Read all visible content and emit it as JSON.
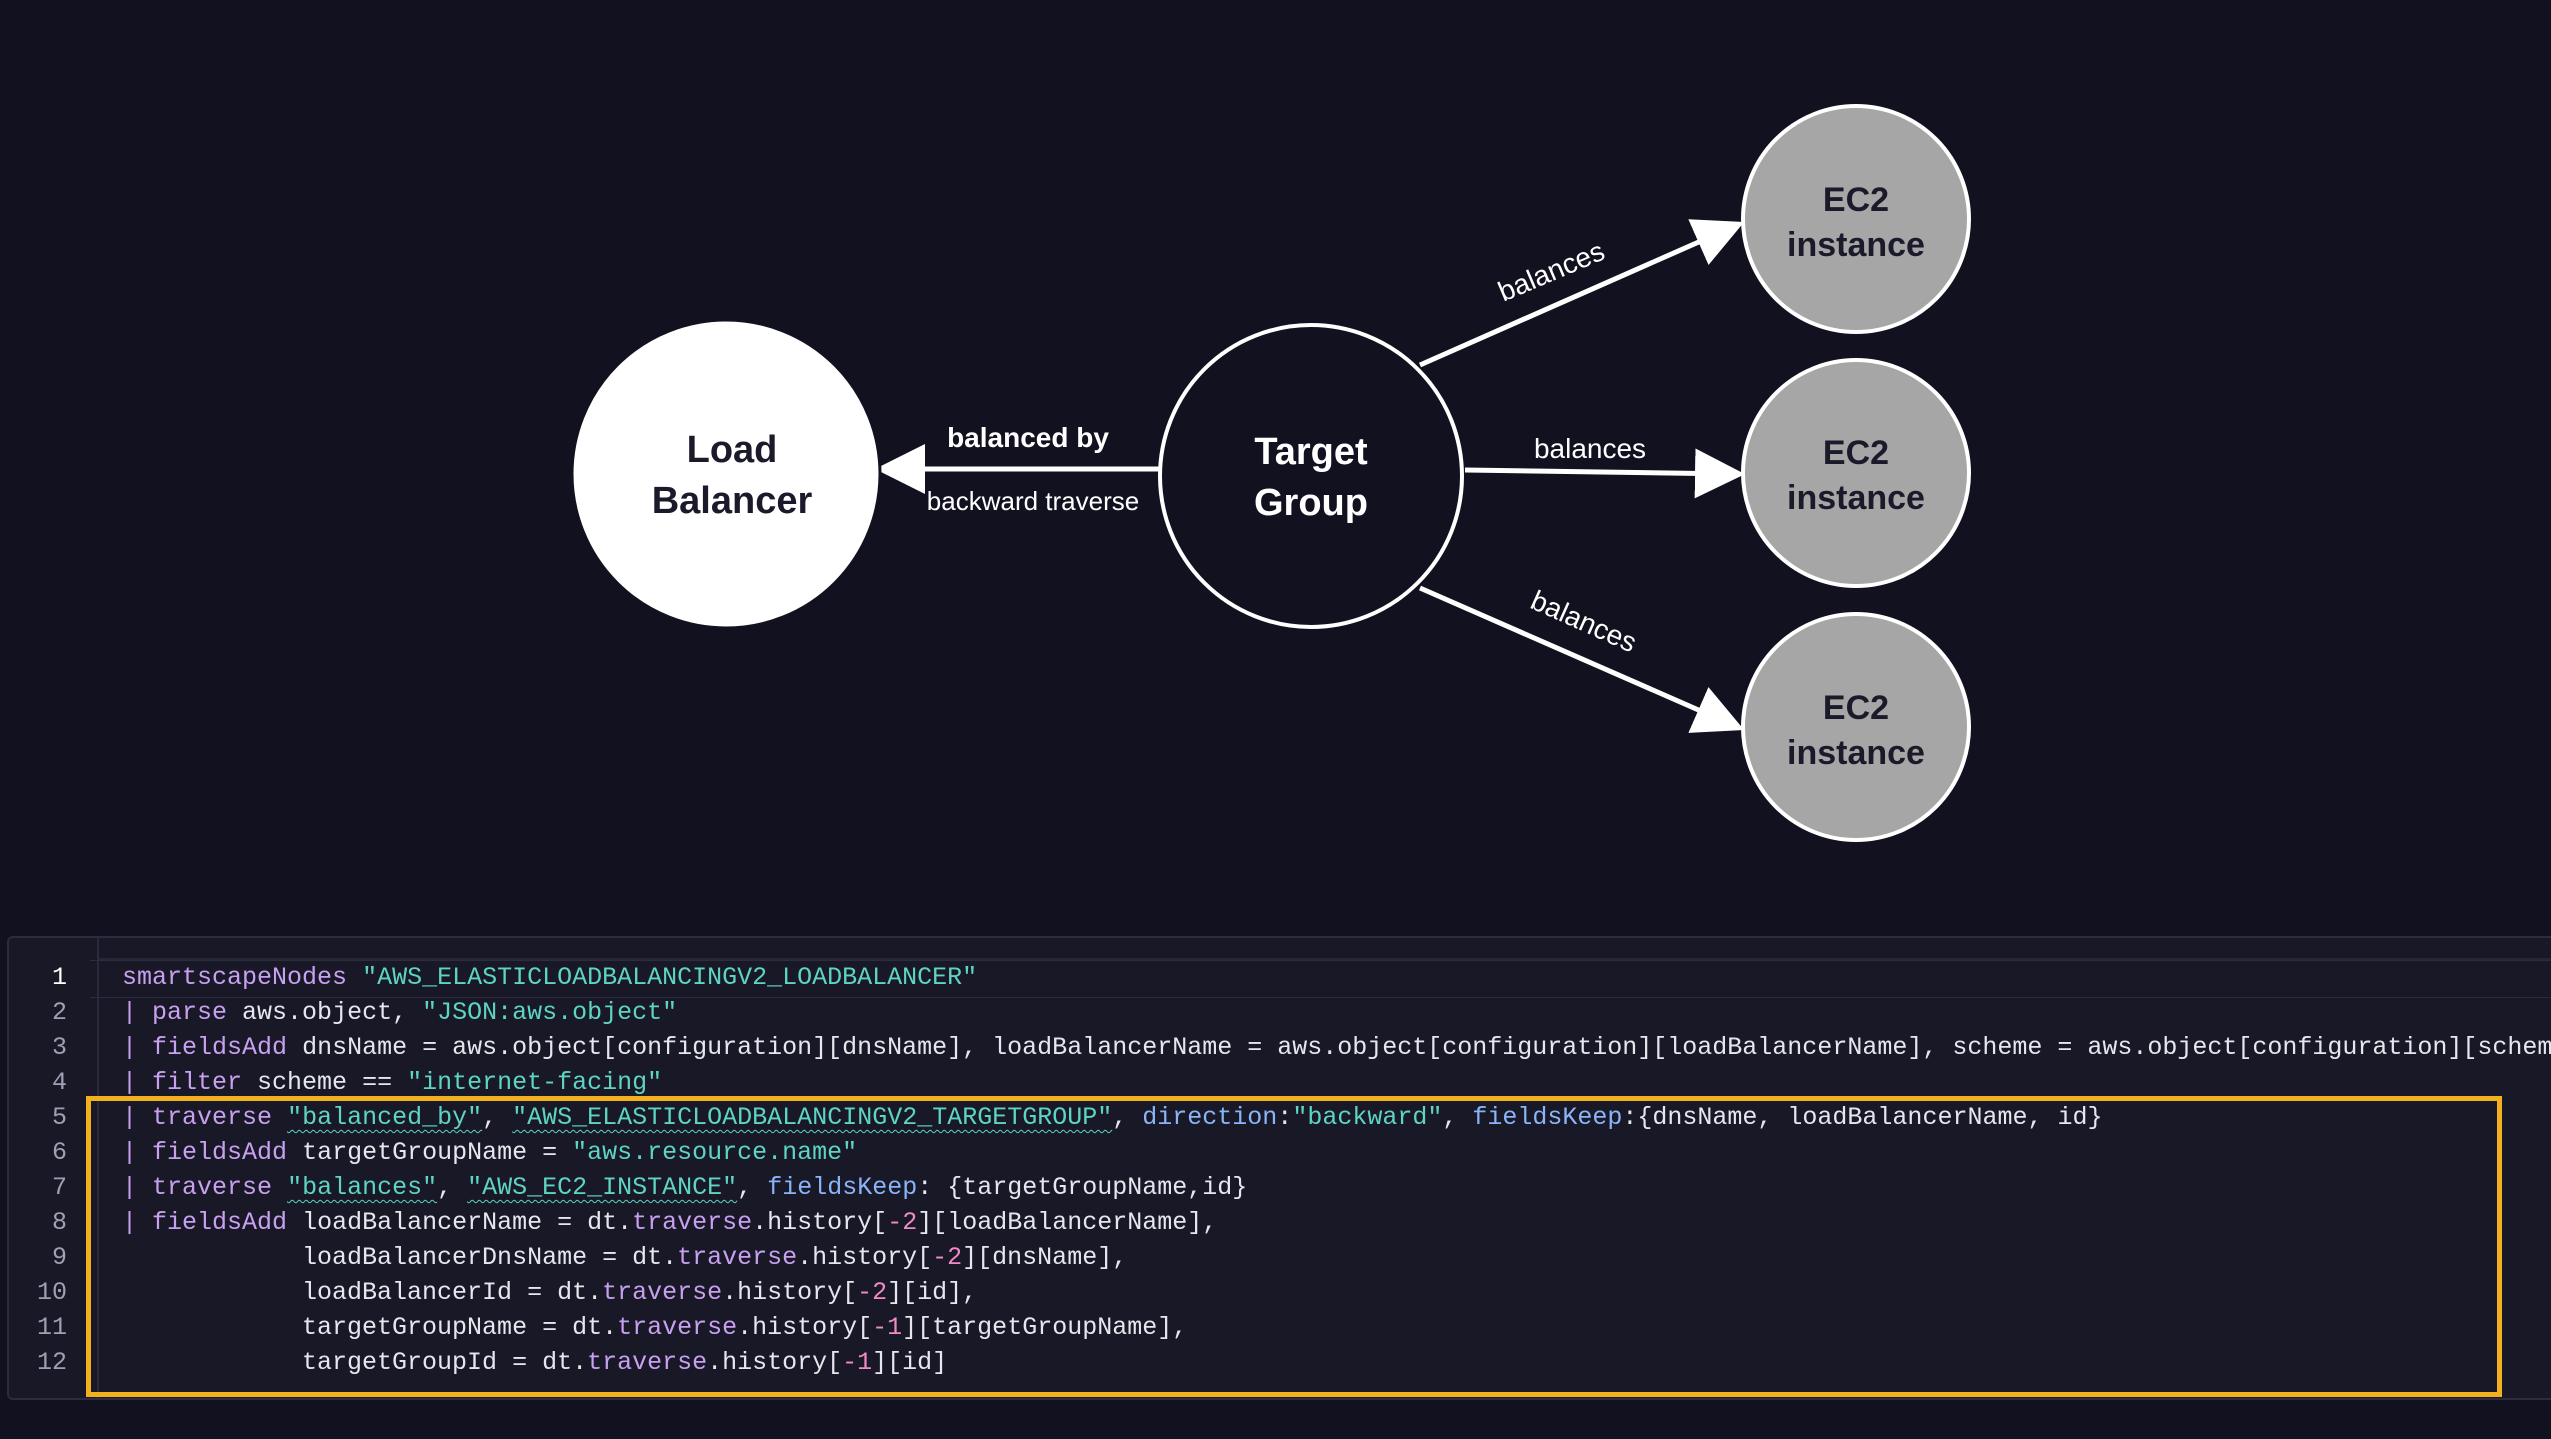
{
  "diagram": {
    "nodes": {
      "load_balancer": [
        "Load",
        "Balancer"
      ],
      "target_group": [
        "Target",
        "Group"
      ],
      "ec2_1": [
        "EC2",
        "instance"
      ],
      "ec2_2": [
        "EC2",
        "instance"
      ],
      "ec2_3": [
        "EC2",
        "instance"
      ]
    },
    "edges": {
      "balanced_by": "balanced by",
      "backward_traverse": "backward traverse",
      "balances_1": "balances",
      "balances_2": "balances",
      "balances_3": "balances"
    },
    "colors": {
      "background": "#12111f",
      "load_balancer_fill": "#ffffff",
      "ec2_fill": "#a6a6a6",
      "highlight": "#f2b01e"
    }
  },
  "editor": {
    "line_numbers": [
      "1",
      "2",
      "3",
      "4",
      "5",
      "6",
      "7",
      "8",
      "9",
      "10",
      "11",
      "12"
    ],
    "lines": [
      "smartscapeNodes \"AWS_ELASTICLOADBALANCINGV2_LOADBALANCER\"",
      "| parse aws.object, \"JSON:aws.object\"",
      "| fieldsAdd dnsName = aws.object[configuration][dnsName], loadBalancerName = aws.object[configuration][loadBalancerName], scheme = aws.object[configuration][scheme]",
      "| filter scheme == \"internet-facing\"",
      "| traverse \"balanced_by\", \"AWS_ELASTICLOADBALANCINGV2_TARGETGROUP\", direction:\"backward\", fieldsKeep:{dnsName, loadBalancerName, id}",
      "| fieldsAdd targetGroupName = \"aws.resource.name\"",
      "| traverse \"balances\", \"AWS_EC2_INSTANCE\", fieldsKeep: {targetGroupName,id}",
      "| fieldsAdd loadBalancerName = dt.traverse.history[-2][loadBalancerName],",
      "            loadBalancerDnsName = dt.traverse.history[-2][dnsName],",
      "            loadBalancerId = dt.traverse.history[-2][id],",
      "            targetGroupName = dt.traverse.history[-1][targetGroupName],",
      "            targetGroupId = dt.traverse.history[-1][id]"
    ]
  }
}
